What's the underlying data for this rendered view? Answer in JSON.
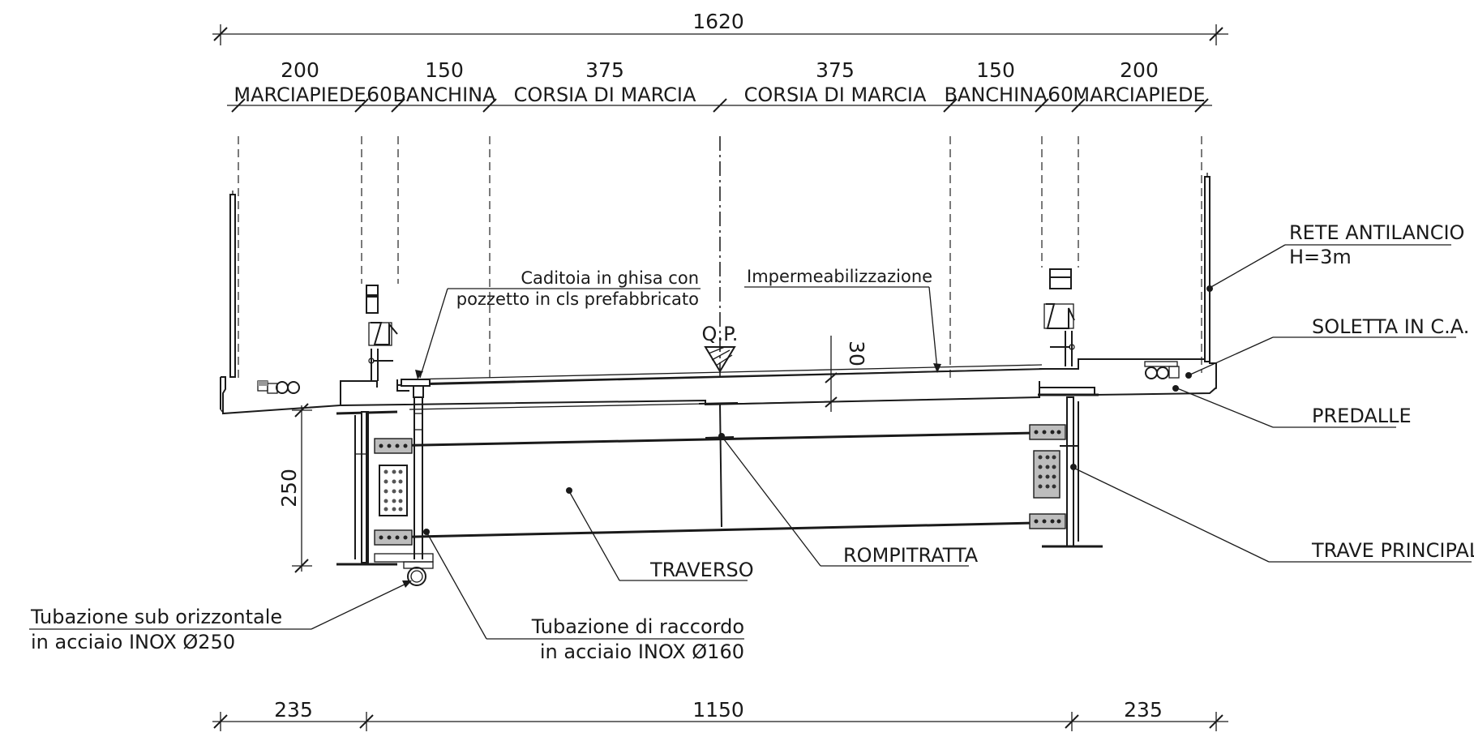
{
  "dimensions": {
    "overall": "1620",
    "top": [
      "200",
      "60",
      "150",
      "375",
      "375",
      "150",
      "60",
      "200"
    ],
    "bottom": [
      "235",
      "1150",
      "235"
    ],
    "beam_height": "250",
    "paving_thickness": "30"
  },
  "zones": [
    "MARCIAPIEDE",
    "BANCHINA",
    "CORSIA DI MARCIA",
    "CORSIA DI MARCIA",
    "BANCHINA",
    "MARCIAPIEDE"
  ],
  "marker": "Q.P.",
  "labels": {
    "caditoia_line1": "Caditoia in ghisa con",
    "caditoia_line2": "pozzetto in cls prefabbricato",
    "impermeabilizzazione": "Impermeabilizzazione",
    "rete_line1": "RETE ANTILANCIO",
    "rete_line2": "H=3m",
    "soletta": "SOLETTA IN C.A.",
    "predalle": "PREDALLE",
    "trave": "TRAVE PRINCIPALE",
    "rompitratta": "ROMPITRATTA",
    "traverso": "TRAVERSO",
    "tub_sub_line1": "Tubazione sub orizzontale",
    "tub_sub_line2": "in acciaio INOX Ø250",
    "tub_rac_line1": "Tubazione di raccordo",
    "tub_rac_line2": "in acciaio INOX Ø160"
  }
}
